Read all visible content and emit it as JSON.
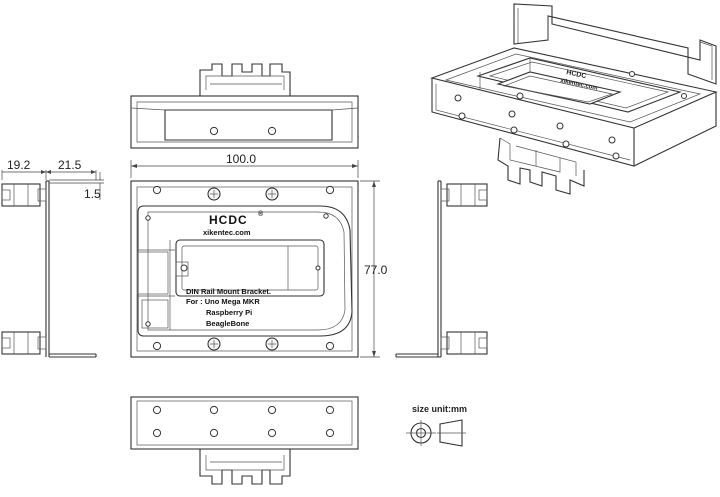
{
  "dimensions": {
    "width_label": "100.0",
    "height_label": "77.0",
    "side_offset_label": "19.2",
    "side_depth_label": "21.5",
    "thickness_label": "1.5"
  },
  "board": {
    "brand": "HCDC",
    "registered_mark": "®",
    "website": "xikentec.com",
    "product_line": "DIN Rail Mount Bracket.",
    "compat_line_1": "For : Uno Mega MKR",
    "compat_line_2": "Raspberry Pi",
    "compat_line_3": "BeagleBone"
  },
  "iso_view": {
    "brand": "HCDC",
    "website": "xikentec.com"
  },
  "legend": {
    "unit_label": "size unit:mm"
  }
}
